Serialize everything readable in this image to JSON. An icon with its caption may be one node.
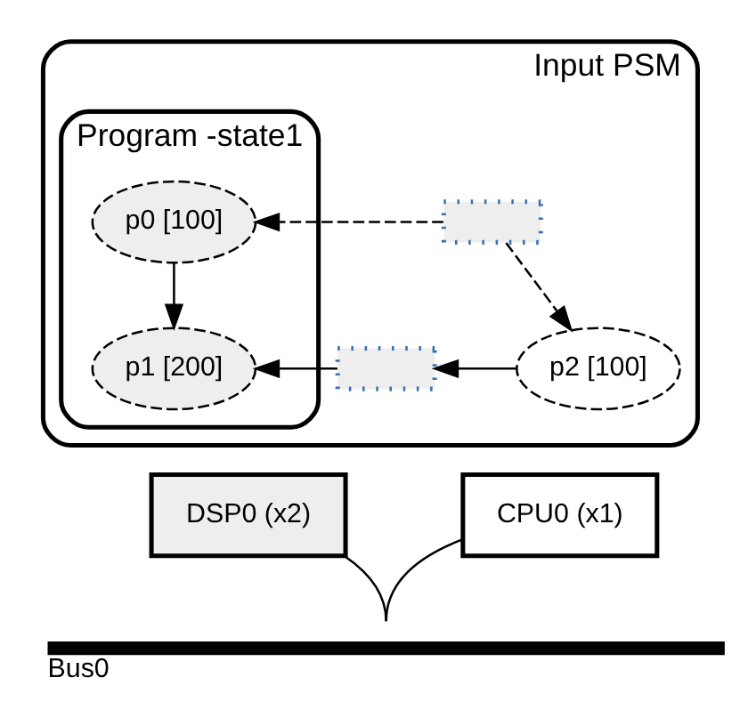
{
  "diagram": {
    "nodes": [
      {
        "text": [
          "Input PSM"
        ]
      },
      {
        "text": [
          "Program -state1"
        ],
        "in": 0
      },
      {
        "text": [
          "p0 [100]"
        ],
        "in": 1
      },
      {
        "text": [
          "p1 [200]"
        ],
        "in": 1
      },
      {
        "text": [],
        "shape": "box",
        "in": 0
      },
      {
        "text": [],
        "shape": "box",
        "in": 0
      },
      {
        "text": [
          "p2 [100]"
        ],
        "in": 0
      },
      {
        "text": [
          "DSP0 (x2)"
        ]
      },
      {
        "text": [
          "CPU0 (x1)"
        ]
      },
      {
        "text": [
          "Bus0"
        ]
      }
    ],
    "edges": [
      {
        "from": 2,
        "to": 3,
        "arrow": "to"
      },
      {
        "from": 4,
        "to": 2,
        "arrow": "to",
        "style": "dashed"
      },
      {
        "from": 4,
        "to": 6,
        "arrow": "to",
        "style": "dashed"
      },
      {
        "from": 6,
        "to": 5,
        "arrow": "to"
      },
      {
        "from": 5,
        "to": 3,
        "arrow": "to"
      },
      {
        "from": 7,
        "to": 9,
        "arrow": "none"
      },
      {
        "from": 8,
        "to": 9,
        "arrow": "none"
      }
    ]
  }
}
